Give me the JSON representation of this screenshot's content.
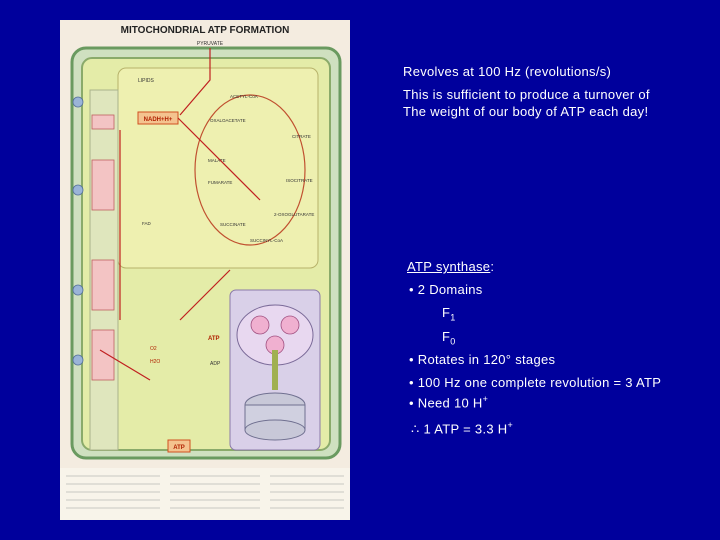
{
  "figure": {
    "title": "MITOCHONDRIAL ATP FORMATION",
    "pyruvate": "PYRUVATE",
    "lipids": "LIPIDS",
    "nadh": "NADH+H+",
    "acetyl_coa": "ACETYL-CoA",
    "oxaloacetate": "OXALOACETATE",
    "malate": "MALATE",
    "fumarate": "FUMARATE",
    "succinate": "SUCCINATE",
    "succinyl_coa": "SUCCINYL-CoA",
    "citrate": "CITRATE",
    "isocitrate": "ISOCITRATE",
    "oxoglutarate": "2-OXOGLUTARATE",
    "atp_top": "ATP",
    "atp_bottom": "ATP",
    "adp": "ADP",
    "fad": "FAD",
    "h2o": "H2O",
    "o2": "O2"
  },
  "text": {
    "line1": "Revolves at 100 Hz (revolutions/s)",
    "line2a": "This is sufficient to produce a turnover of",
    "line2b": "The weight of our body of ATP each day!",
    "synthase_head": "ATP synthase",
    "synthase_colon": ":",
    "domains": "• 2 Domains",
    "f1": "F",
    "f1_sub": "1",
    "f0": "F",
    "f0_sub": "0",
    "rotates": "• Rotates in 120° stages",
    "hz": "• 100 Hz one complete revolution = 3 ATP",
    "need": "• Need 10 H",
    "need_sup": "+",
    "therefore": "∴",
    "ratio": "1 ATP = 3.3 H",
    "ratio_sup": "+"
  }
}
